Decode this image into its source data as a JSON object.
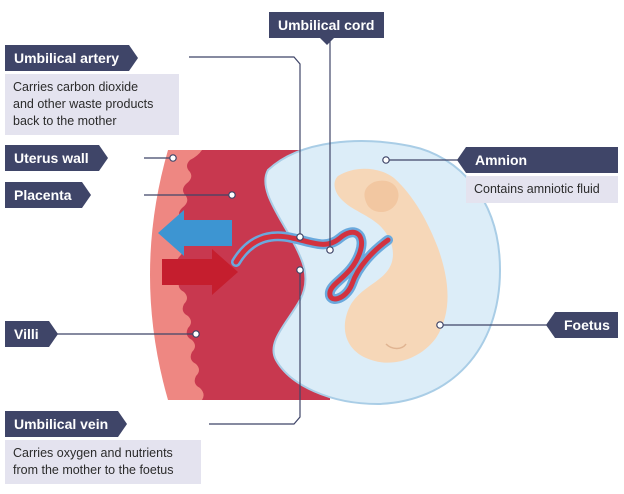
{
  "labels": {
    "umbilical_cord": "Umbilical cord",
    "umbilical_artery": "Umbilical artery",
    "umbilical_artery_desc_1": "Carries carbon dioxide",
    "umbilical_artery_desc_2": "and other waste products",
    "umbilical_artery_desc_3": "back to the mother",
    "uterus_wall": "Uterus wall",
    "placenta": "Placenta",
    "amnion": "Amnion",
    "amnion_desc": "Contains amniotic fluid",
    "villi": "Villi",
    "foetus": "Foetus",
    "umbilical_vein": "Umbilical vein",
    "umbilical_vein_desc_1": "Carries oxygen and nutrients",
    "umbilical_vein_desc_2": "from the mother to the foetus"
  },
  "colors": {
    "label_bg": "#3f4568",
    "desc_bg": "#e4e3ef",
    "uterus": "#ee8782",
    "placenta": "#c8384f",
    "amnion": "#dcedf8",
    "foetus": "#f6d7b8",
    "artery_arrow": "#3d95d2",
    "vein_arrow": "#c51e2e"
  }
}
